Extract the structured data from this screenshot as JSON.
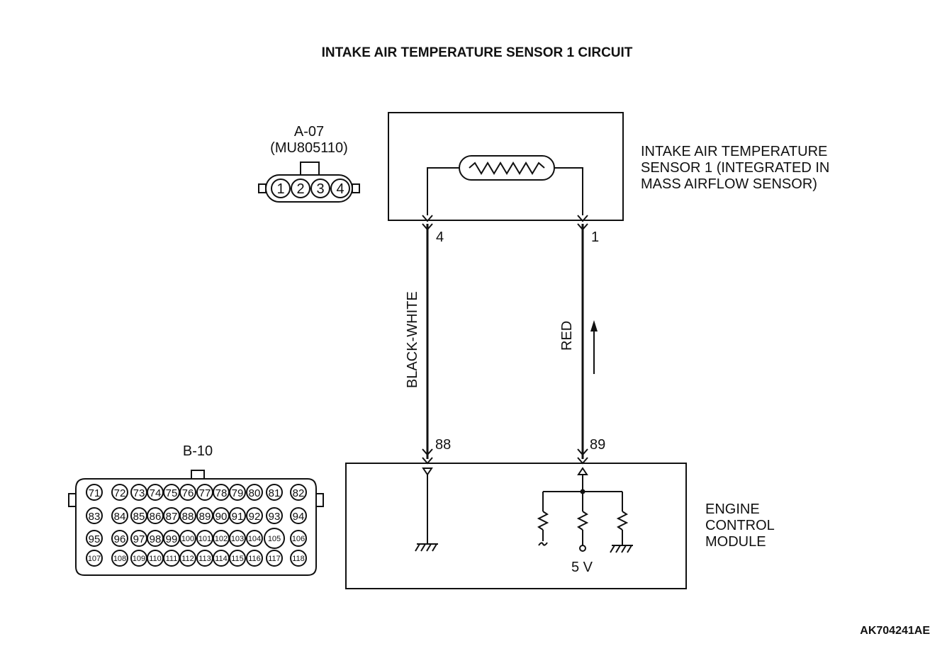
{
  "title": "INTAKE AIR TEMPERATURE SENSOR 1 CIRCUIT",
  "reference_code": "AK704241AE",
  "sensor_connector": {
    "id": "A-07",
    "part_number": "(MU805110)",
    "pins": [
      "1",
      "2",
      "3",
      "4"
    ]
  },
  "sensor": {
    "label_lines": [
      "INTAKE AIR TEMPERATURE",
      "SENSOR 1 (INTEGRATED IN",
      "MASS AIRFLOW SENSOR)"
    ]
  },
  "wires": [
    {
      "sensor_pin": "4",
      "ecm_pin": "88",
      "color": "BLACK-WHITE"
    },
    {
      "sensor_pin": "1",
      "ecm_pin": "89",
      "color": "RED"
    }
  ],
  "ecm": {
    "label_lines": [
      "ENGINE",
      "CONTROL",
      "MODULE"
    ],
    "supply": "5 V"
  },
  "ecm_connector": {
    "id": "B-10",
    "rows": [
      [
        "71",
        "72",
        "73",
        "74",
        "75",
        "76",
        "77",
        "78",
        "79",
        "80",
        "81",
        "82"
      ],
      [
        "83",
        "84",
        "85",
        "86",
        "87",
        "88",
        "89",
        "90",
        "91",
        "92",
        "93",
        "94"
      ],
      [
        "95",
        "96",
        "97",
        "98",
        "99",
        "100",
        "101",
        "102",
        "103",
        "104",
        "105",
        "106"
      ],
      [
        "107",
        "108",
        "109",
        "110",
        "111",
        "112",
        "113",
        "114",
        "115",
        "116",
        "117",
        "118"
      ]
    ]
  }
}
